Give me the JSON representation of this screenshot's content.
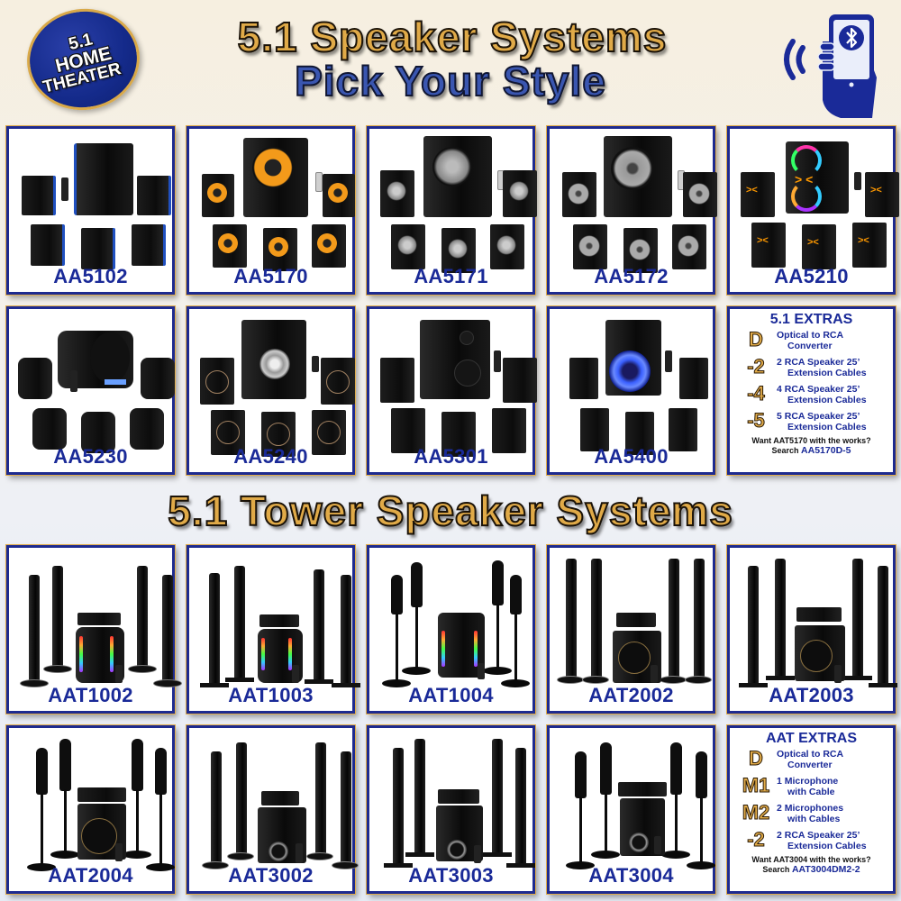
{
  "header": {
    "badge": {
      "line1": "5.1",
      "line2": "HOME",
      "line3": "THEATER"
    },
    "title_line1": "5.1 Speaker Systems",
    "title_line2": "Pick Your Style",
    "bluetooth_icon": "bluetooth-phone-icon"
  },
  "colors": {
    "navy": "#1a2a98",
    "gold": "#e0aa48",
    "title_blue": "#3a56b0",
    "card_border": "#1d2a8f",
    "card_outline": "#e0ac4a"
  },
  "speaker_systems": {
    "products": [
      {
        "model": "AA5102",
        "style": "blue-trim"
      },
      {
        "model": "AA5170",
        "style": "orange-cone"
      },
      {
        "model": "AA5171",
        "style": "silver-cone"
      },
      {
        "model": "AA5172",
        "style": "grey-cone"
      },
      {
        "model": "AA5210",
        "style": "rgb-led"
      },
      {
        "model": "AA5230",
        "style": "wide-sub"
      },
      {
        "model": "AA5240",
        "style": "chrome-sub"
      },
      {
        "model": "AA5301",
        "style": "two-way"
      },
      {
        "model": "AA5400",
        "style": "blue-led"
      }
    ],
    "extras": {
      "heading": "5.1 EXTRAS",
      "items": [
        {
          "code": "D",
          "line1": "Optical to RCA",
          "line2": "Converter"
        },
        {
          "code": "-2",
          "line1": "2 RCA Speaker 25’",
          "line2": "Extension Cables"
        },
        {
          "code": "-4",
          "line1": "4 RCA Speaker 25’",
          "line2": "Extension Cables"
        },
        {
          "code": "-5",
          "line1": "5 RCA Speaker 25’",
          "line2": "Extension Cables"
        }
      ],
      "footer_line1": "Want AAT5170 with the works?",
      "footer_search": "Search",
      "footer_sku": "AA5170D-5"
    }
  },
  "tower_systems": {
    "title": "5.1 Tower Speaker Systems",
    "products": [
      {
        "model": "AAT1002",
        "style": "disc-base-rgb"
      },
      {
        "model": "AAT1003",
        "style": "flat-base-rgb"
      },
      {
        "model": "AAT1004",
        "style": "pedestal-rgb"
      },
      {
        "model": "AAT2002",
        "style": "disc-base-sub"
      },
      {
        "model": "AAT2003",
        "style": "flat-base-sub"
      },
      {
        "model": "AAT2004",
        "style": "pedestal-sub"
      },
      {
        "model": "AAT3002",
        "style": "disc-base-port"
      },
      {
        "model": "AAT3003",
        "style": "flat-base-port"
      },
      {
        "model": "AAT3004",
        "style": "pedestal-port"
      }
    ],
    "extras": {
      "heading": "AAT EXTRAS",
      "items": [
        {
          "code": "D",
          "line1": "Optical to RCA",
          "line2": "Converter"
        },
        {
          "code": "M1",
          "line1": "1 Microphone",
          "line2": "with Cable"
        },
        {
          "code": "M2",
          "line1": "2 Microphones",
          "line2": "with Cables"
        },
        {
          "code": "-2",
          "line1": "2 RCA Speaker 25’",
          "line2": "Extension Cables"
        }
      ],
      "footer_line1": "Want AAT3004 with the works?",
      "footer_search": "Search",
      "footer_sku": "AAT3004DM2-2"
    }
  }
}
